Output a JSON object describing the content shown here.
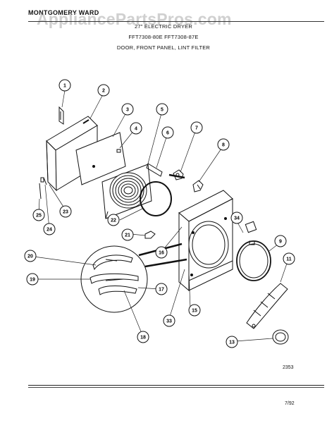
{
  "header": {
    "brand": "MONTGOMERY WARD",
    "watermark": "AppliancePartsPros.com",
    "title": "27\" ELECTRIC DRYER",
    "models": "FFT7308-80E   FFT7308-87E",
    "section": "DOOR, FRONT PANEL, LINT FILTER"
  },
  "footer": {
    "drawing_number": "2353",
    "date": "7/92"
  },
  "callouts": [
    "1",
    "2",
    "3",
    "4",
    "5",
    "6",
    "7",
    "8",
    "9",
    "11",
    "13",
    "15",
    "16",
    "17",
    "18",
    "19",
    "20",
    "21",
    "22",
    "23",
    "24",
    "25",
    "33",
    "34"
  ]
}
